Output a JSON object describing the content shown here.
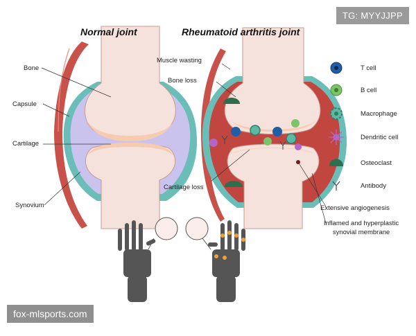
{
  "titles": {
    "normal": "Normal  joint",
    "ra": "Rheumatoid  arthritis  joint"
  },
  "labels": {
    "bone": "Bone",
    "capsule": "Capsule",
    "cartilage": "Cartilage",
    "synovium": "Synovium",
    "muscle_wasting": "Muscle wasting",
    "bone_loss": "Bone loss",
    "cartilage_loss": "Cartilage loss",
    "angiogenesis": "Extensive angiogenesis",
    "synovial_line1": "Inflamed and hyperplastic",
    "synovial_line2": "synovial membrane"
  },
  "legend": [
    {
      "label": "T cell",
      "icon": "t-cell-icon",
      "color": "#1f5fa8"
    },
    {
      "label": "B cell",
      "icon": "b-cell-icon",
      "color": "#7cc36a"
    },
    {
      "label": "Macrophage",
      "icon": "macrophage-icon",
      "color": "#5fb8a2"
    },
    {
      "label": "Dendritic  cell",
      "icon": "dendritic-cell-icon",
      "color": "#b565c6"
    },
    {
      "label": "Osteoclast",
      "icon": "osteoclast-icon",
      "color": "#2e6e4e"
    },
    {
      "label": "Antibody",
      "icon": "antibody-icon",
      "color": "#444444"
    }
  ],
  "watermarks": {
    "tag": "TG: MYYJJPP",
    "site": "fox-mlsports.com"
  },
  "colors": {
    "bone": "#f6e2dc",
    "cartilage": "#f7cbb0",
    "synovial_fluid": "#c9c3ee",
    "capsule": "#6bbdb8",
    "muscle": "#c8524a",
    "inflamed": "#c0463f"
  }
}
